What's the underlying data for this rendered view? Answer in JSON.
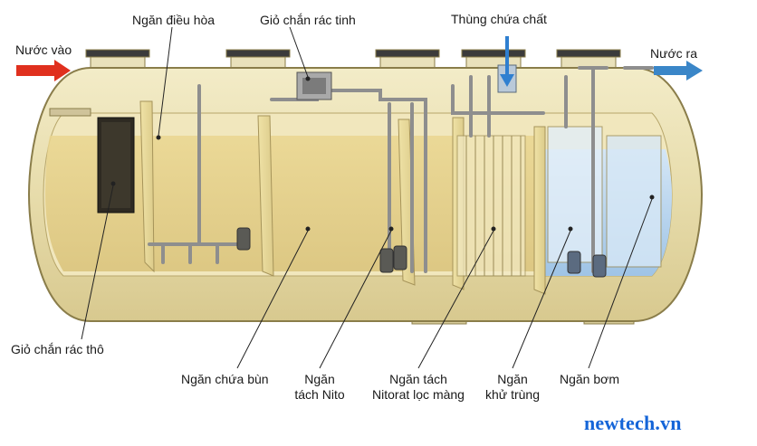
{
  "labels": {
    "inlet": "Nước vào",
    "outlet": "Nước ra",
    "equalization": "Ngăn điều hòa",
    "fine_screen": "Giỏ chắn rác tinh",
    "chemical_tank": "Thùng chứa chất",
    "coarse_screen": "Giỏ chắn rác thô",
    "sludge": "Ngăn chứa bùn",
    "nitrogen_line1": "Ngăn",
    "nitrogen_line2": "tách Nito",
    "nitrate_line1": "Ngăn tách",
    "nitrate_line2": "Nitorat lọc màng",
    "disinfection_line1": "Ngăn",
    "disinfection_line2": "khử trùng",
    "pump": "Ngăn bơm"
  },
  "watermark": "newtech.vn",
  "colors": {
    "arrow_in": "#e0301e",
    "arrow_out": "#3a86c8",
    "tank_body": "#ece3b6",
    "tank_outline": "#8a7d4a",
    "water_yellow": "#e3cf86",
    "water_blue": "#bcd8ef",
    "watermark": "#1565d8"
  }
}
